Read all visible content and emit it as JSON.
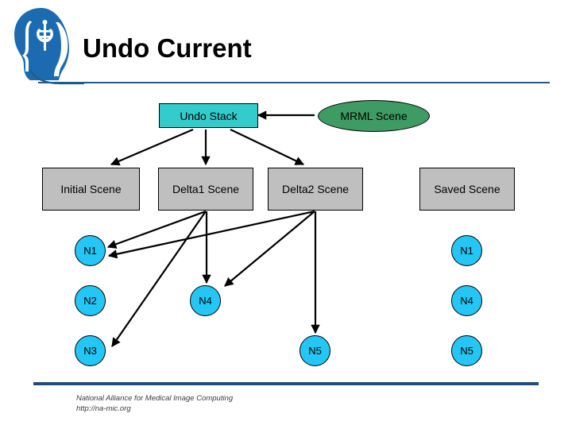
{
  "slide": {
    "title": "Undo Current",
    "logo_icon": "namic-head-caduceus-logo",
    "footer": {
      "organization": "National Alliance for Medical Image Computing",
      "url": "http://na-mic.org",
      "combined": "National Alliance for Medical Image Computing\nhttp://na-mic.org"
    },
    "colors": {
      "header_rule": "#1F5C8B",
      "footer_rule": "#1B4F7E",
      "logo_blue": "#1C6BB0",
      "stack_box_fill": "#33CCCC",
      "scene_box_fill": "#BFBFBF",
      "mrml_ellipse_fill": "#3E9B63",
      "node_circle_fill": "#23C6F5",
      "outline": "#000000"
    }
  },
  "diagram": {
    "undo_stack": {
      "label": "Undo Stack"
    },
    "mrml_scene": {
      "label": "MRML Scene"
    },
    "scenes": [
      {
        "id": "initial",
        "label": "Initial Scene"
      },
      {
        "id": "delta1",
        "label": "Delta1 Scene"
      },
      {
        "id": "delta2",
        "label": "Delta2 Scene"
      },
      {
        "id": "saved",
        "label": "Saved Scene"
      }
    ],
    "nodes": [
      {
        "id": "left-n1",
        "label": "N1"
      },
      {
        "id": "left-n2",
        "label": "N2"
      },
      {
        "id": "left-n3",
        "label": "N3"
      },
      {
        "id": "mid-n4",
        "label": "N4"
      },
      {
        "id": "mid-n5",
        "label": "N5"
      },
      {
        "id": "saved-n1",
        "label": "N1"
      },
      {
        "id": "saved-n4",
        "label": "N4"
      },
      {
        "id": "saved-n5",
        "label": "N5"
      }
    ],
    "edges": [
      {
        "from": "mrml_scene",
        "to": "undo_stack"
      },
      {
        "from": "undo_stack",
        "to": "initial"
      },
      {
        "from": "undo_stack",
        "to": "delta1"
      },
      {
        "from": "undo_stack",
        "to": "delta2"
      },
      {
        "from": "delta1",
        "to": "left-n1"
      },
      {
        "from": "delta1",
        "to": "left-n3"
      },
      {
        "from": "delta1",
        "to": "mid-n4"
      },
      {
        "from": "delta2",
        "to": "left-n1"
      },
      {
        "from": "delta2",
        "to": "mid-n4"
      },
      {
        "from": "delta2",
        "to": "mid-n5"
      }
    ]
  }
}
